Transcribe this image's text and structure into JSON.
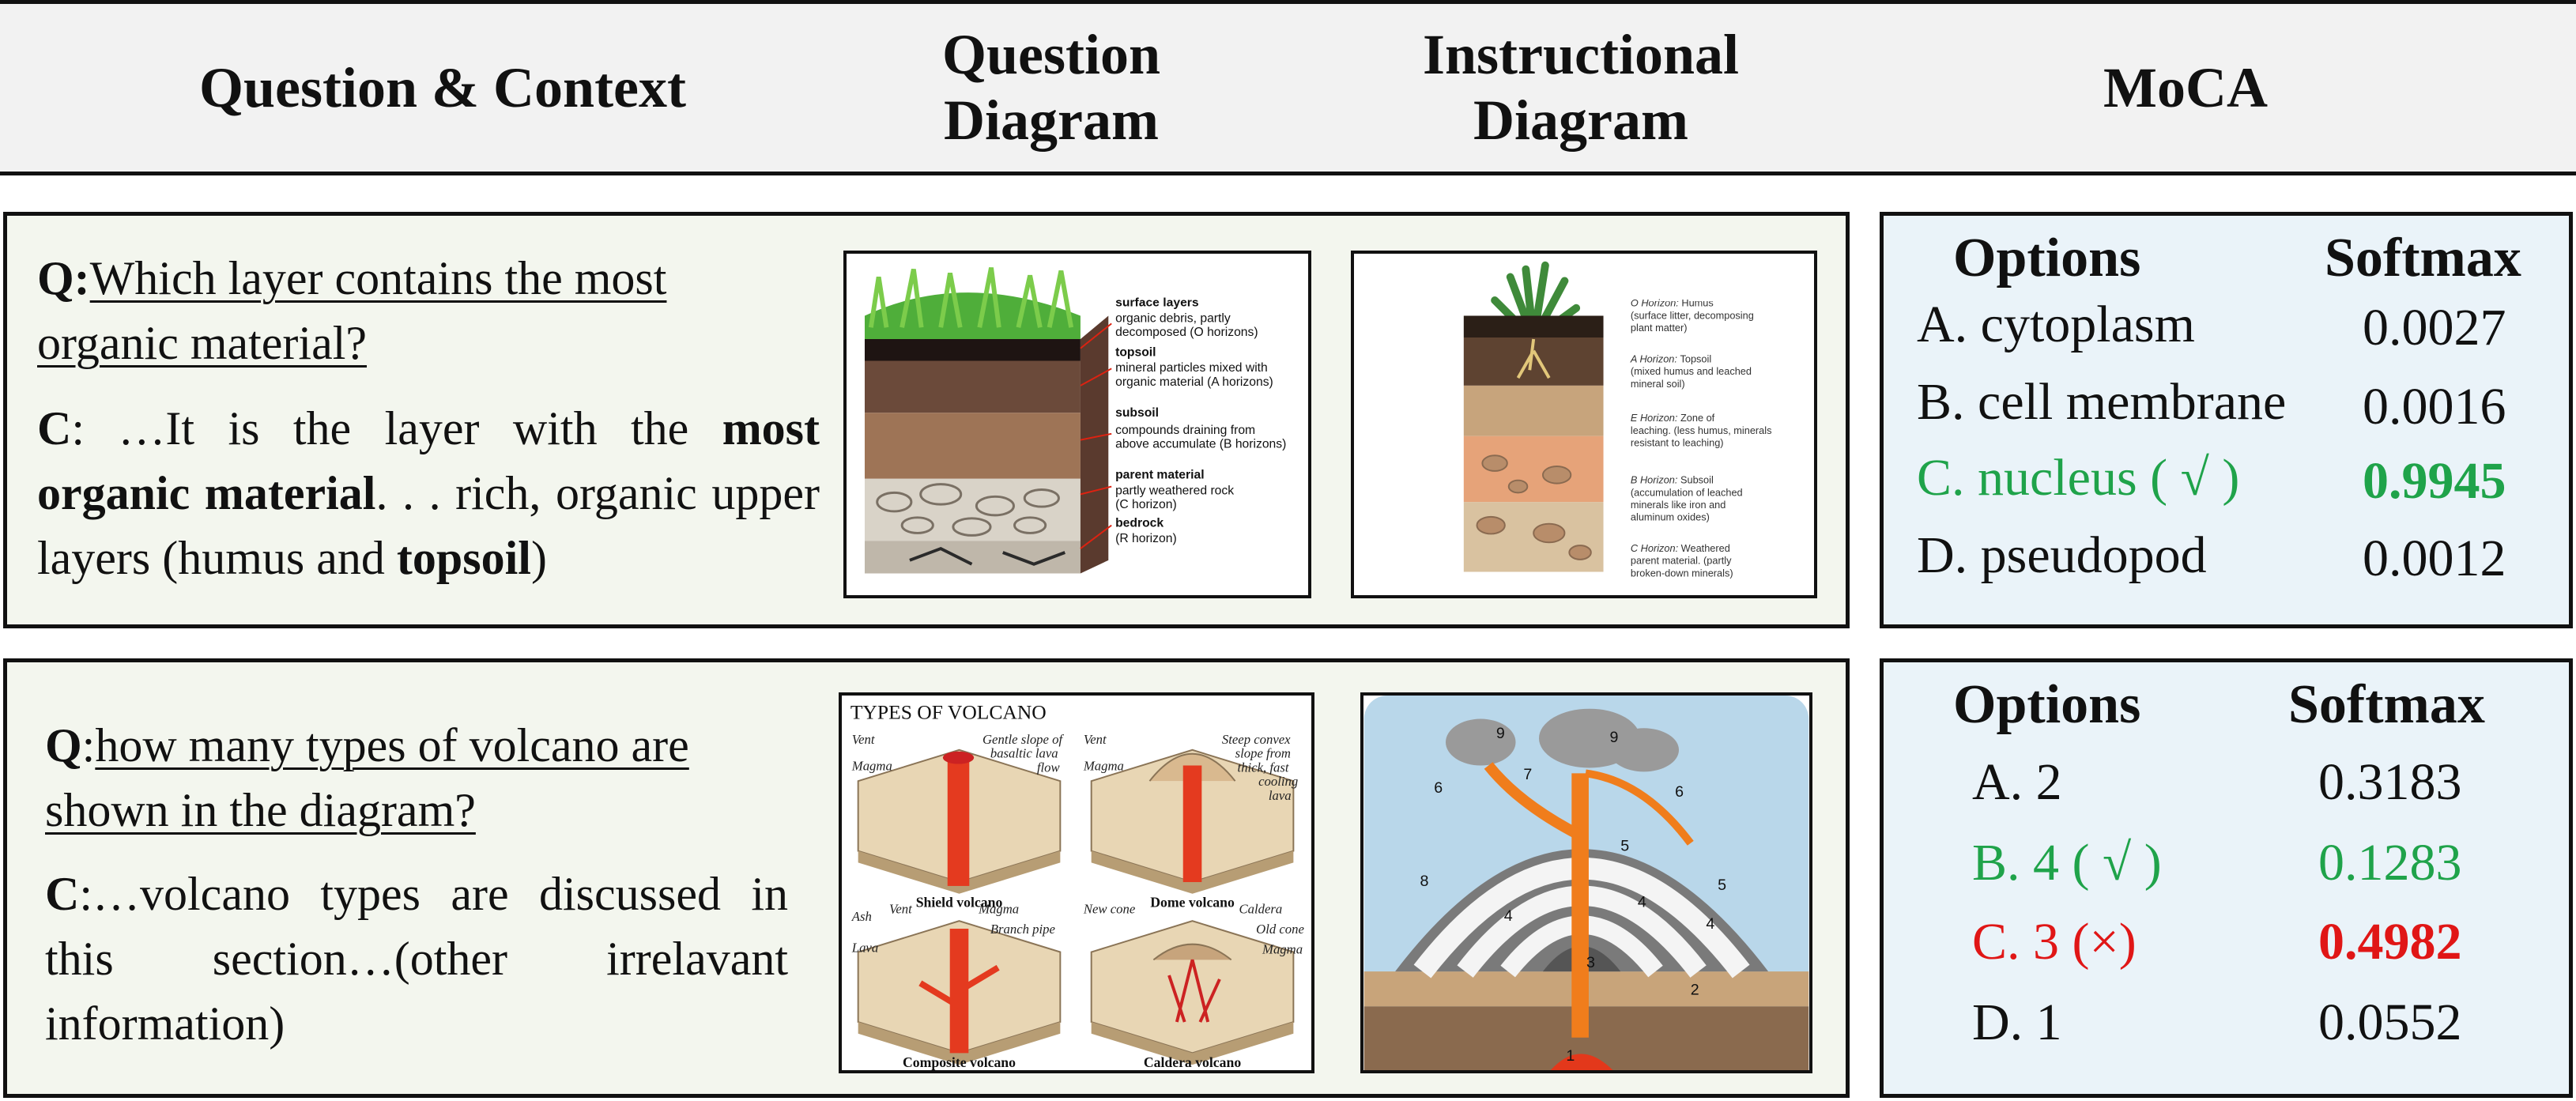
{
  "header": {
    "col1": "Question & Context",
    "col2_line1": "Question",
    "col2_line2": "Diagram",
    "col3_line1": "Instructional",
    "col3_line2": "Diagram",
    "col4": "MoCA"
  },
  "row1": {
    "q_prefix": "Q:",
    "question": "Which layer contains the most organic material?",
    "c_prefix": "C",
    "context_parts": [
      ": …It is the layer with the ",
      "most organic material",
      ". . . rich, organic upper layers (humus and ",
      "topsoil",
      ")"
    ],
    "question_diagram": {
      "labels": [
        {
          "title": "surface layers",
          "desc1": "organic debris, partly",
          "desc2": "decomposed (O horizons)"
        },
        {
          "title": "topsoil",
          "desc1": "mineral particles mixed with",
          "desc2": "organic material (A horizons)"
        },
        {
          "title": "subsoil",
          "desc1": "compounds draining from",
          "desc2": "above accumulate (B horizons)"
        },
        {
          "title": "parent material",
          "desc1": "partly weathered rock",
          "desc2": "(C horizon)"
        },
        {
          "title": "bedrock",
          "desc1": "(R horizon)",
          "desc2": ""
        }
      ]
    },
    "instructional_diagram": {
      "labels": [
        {
          "title": "O Horizon:",
          "desc1": "Humus",
          "desc2": "(surface litter, decomposing",
          "desc3": "plant matter)"
        },
        {
          "title": "A Horizon:",
          "desc1": "Topsoil",
          "desc2": "(mixed humus and leached",
          "desc3": "mineral soil)"
        },
        {
          "title": "E Horizon:",
          "desc1": "Zone of",
          "desc2": "leaching. (less humus, minerals",
          "desc3": "resistant to leaching)"
        },
        {
          "title": "B Horizon:",
          "desc1": "Subsoil",
          "desc2": "(accumulation of leached",
          "desc3": "minerals like iron and",
          "desc4": "aluminum oxides)"
        },
        {
          "title": "C Horizon:",
          "desc1": "Weathered",
          "desc2": "parent material. (partly",
          "desc3": "broken-down minerals)"
        }
      ]
    },
    "moca": {
      "col_options": "Options",
      "col_softmax": "Softmax",
      "options": [
        {
          "label": "A. cytoplasm",
          "value": "0.0027",
          "state": "normal"
        },
        {
          "label": "B. cell membrane",
          "value": "0.0016",
          "state": "normal"
        },
        {
          "label": "C. nucleus ( √ )",
          "value": "0.9945",
          "state": "correct-max"
        },
        {
          "label": "D. pseudopod",
          "value": "0.0012",
          "state": "normal"
        }
      ]
    }
  },
  "row2": {
    "q_prefix": "Q",
    "question_lead": ":",
    "question": "how many types of volcano are shown in the diagram?",
    "c_prefix": "C",
    "context": ":…volcano types are discussed in this section…(other irrelavant information)",
    "question_diagram": {
      "title": "TYPES OF VOLCANO",
      "panels": [
        {
          "name": "Shield volcano",
          "labels": [
            "Vent",
            "Magma",
            "Gentle slope of",
            "basaltic lava",
            "flow"
          ]
        },
        {
          "name": "Dome volcano",
          "labels": [
            "Vent",
            "Magma",
            "Steep convex",
            "slope from",
            "thick, fast",
            "cooling",
            "lava"
          ]
        },
        {
          "name": "Composite volcano",
          "labels": [
            "Ash",
            "Vent",
            "Magma",
            "Lava",
            "Branch pipe"
          ]
        },
        {
          "name": "Caldera volcano",
          "labels": [
            "New cone",
            "Caldera",
            "Old cone",
            "Magma"
          ]
        }
      ]
    },
    "instructional_diagram": {
      "numbers": [
        "9",
        "9",
        "7",
        "6",
        "6",
        "8",
        "5",
        "5",
        "4",
        "4",
        "4",
        "3",
        "2",
        "1"
      ]
    },
    "moca": {
      "col_options": "Options",
      "col_softmax": "Softmax",
      "options": [
        {
          "label": "A. 2",
          "value": "0.3183",
          "state": "normal"
        },
        {
          "label": "B. 4  ( √ )",
          "value": "0.1283",
          "state": "correct"
        },
        {
          "label": "C. 3  (×)",
          "value": "0.4982",
          "state": "wrong-max"
        },
        {
          "label": "D. 1",
          "value": "0.0552",
          "state": "normal"
        }
      ]
    }
  },
  "colors": {
    "correct": "#1fa34a",
    "wrong": "#e01616",
    "qc_bg": "#f3f6ee",
    "moca_bg": "#eaf3f9",
    "header_bg": "#f2f2f2"
  }
}
